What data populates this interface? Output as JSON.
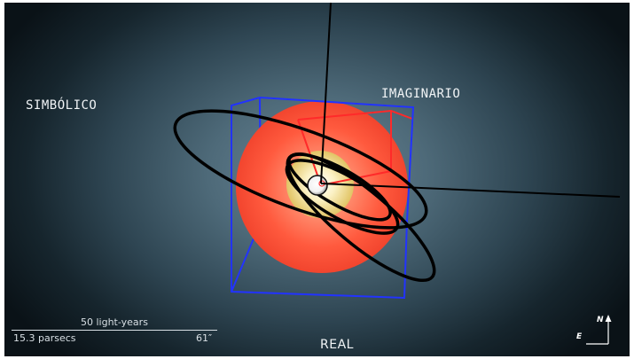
{
  "scene": {
    "labels": {
      "simbolico": "SIMBÓLICO",
      "imaginario": "IMAGINARIO",
      "real": "REAL"
    },
    "colors": {
      "background_center": "#6a8696",
      "background_edge": "#0a1217",
      "outer_sphere": "#ff4632",
      "inner_sphere": "#e6cf6e",
      "core": "#ffffff",
      "box_blue": "#2233ff",
      "box_red": "#ff2a2a",
      "orbits": "#000000",
      "axis_lines": "#000000"
    }
  },
  "scale_bar": {
    "light_years": "50 light-years",
    "parsecs": "15.3 parsecs",
    "angle": "61″"
  },
  "compass": {
    "north": "N",
    "east": "E",
    "icon": "north-east-compass-icon"
  }
}
